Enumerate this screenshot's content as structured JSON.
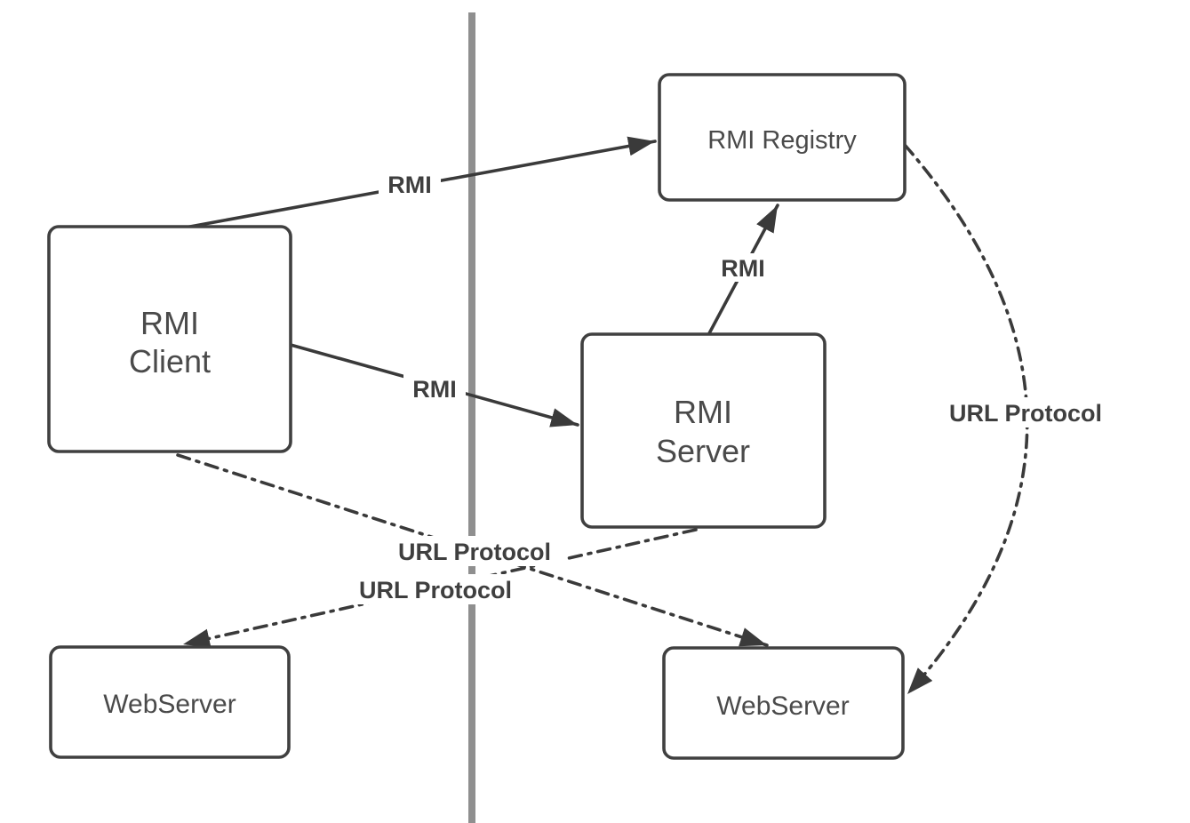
{
  "diagram": {
    "title": "RMI architecture diagram",
    "nodes": {
      "rmi_client": {
        "line1": "RMI",
        "line2": "Client"
      },
      "rmi_registry": {
        "label": "RMI Registry"
      },
      "rmi_server": {
        "line1": "RMI",
        "line2": "Server"
      },
      "webserver_left": {
        "label": "WebServer"
      },
      "webserver_right": {
        "label": "WebServer"
      }
    },
    "edge_labels": {
      "client_registry": "RMI",
      "client_server": "RMI",
      "server_registry": "RMI",
      "client_to_right_webserver": "URL Protocol",
      "server_to_left_webserver": "URL Protocol",
      "registry_to_right_webserver": "URL Protocol"
    },
    "colors": {
      "line": "#3a3a3a",
      "box_border": "#404040",
      "text": "#4a4a4a",
      "divider": "#8f8f8f",
      "background": "#ffffff"
    }
  }
}
